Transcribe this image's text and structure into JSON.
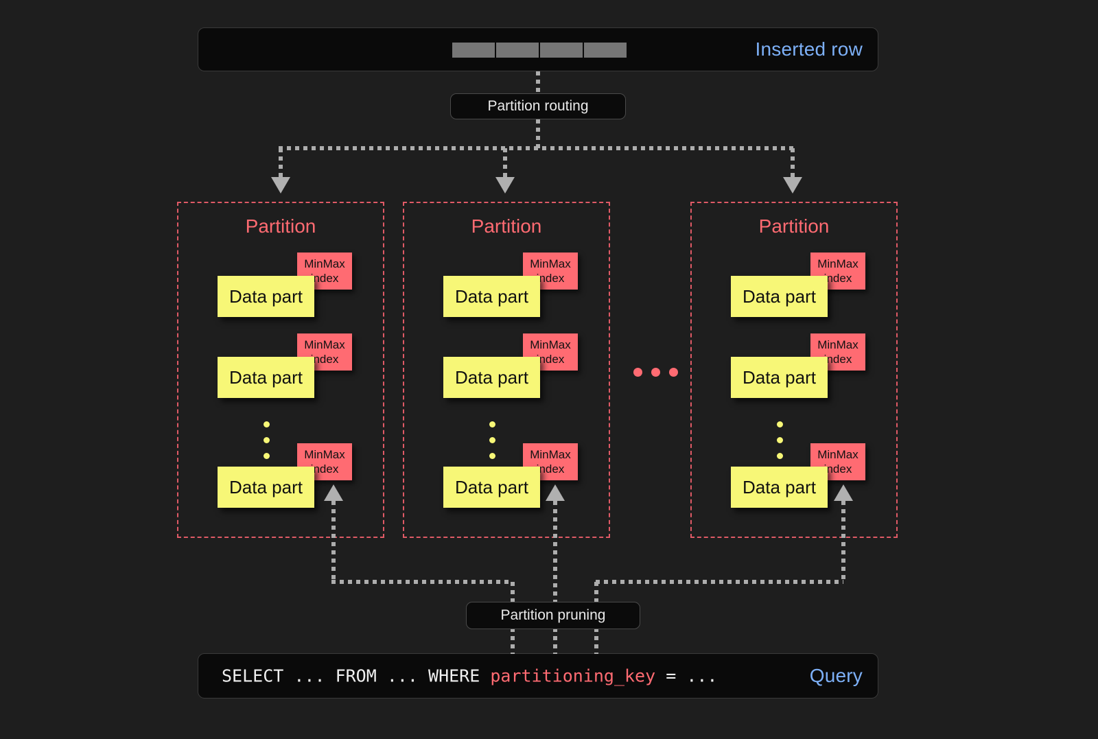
{
  "page": {
    "background": "#1e1e1e",
    "accent_red": "#ff6b72",
    "accent_yellow": "#f7f777",
    "accent_blue": "#7db0f7",
    "connector_gray": "#adadad"
  },
  "inserted_row": {
    "tag_label": "Inserted row",
    "cells": [
      "",
      "",
      "",
      ""
    ],
    "cell_color": "#767676"
  },
  "routing": {
    "label": "Partition routing"
  },
  "pruning": {
    "label": "Partition pruning"
  },
  "query": {
    "tag_label": "Query",
    "prefix": "SELECT ... FROM ... WHERE ",
    "key": "partitioning_key",
    "suffix": " = ..."
  },
  "partitions": [
    {
      "title": "Partition",
      "parts": [
        {
          "data_label": "Data part",
          "index_line1": "MinMax",
          "index_line2": "index"
        },
        {
          "data_label": "Data part",
          "index_line1": "MinMax",
          "index_line2": "index"
        },
        {
          "data_label": "Data part",
          "index_line1": "MinMax",
          "index_line2": "index"
        }
      ],
      "ellipsis_dots": 3
    },
    {
      "title": "Partition",
      "parts": [
        {
          "data_label": "Data part",
          "index_line1": "MinMax",
          "index_line2": "index"
        },
        {
          "data_label": "Data part",
          "index_line1": "MinMax",
          "index_line2": "index"
        },
        {
          "data_label": "Data part",
          "index_line1": "MinMax",
          "index_line2": "index"
        }
      ],
      "ellipsis_dots": 3
    },
    {
      "title": "Partition",
      "parts": [
        {
          "data_label": "Data part",
          "index_line1": "MinMax",
          "index_line2": "index"
        },
        {
          "data_label": "Data part",
          "index_line1": "MinMax",
          "index_line2": "index"
        },
        {
          "data_label": "Data part",
          "index_line1": "MinMax",
          "index_line2": "index"
        }
      ],
      "ellipsis_dots": 3
    }
  ],
  "between_partitions_ellipsis_dots": 3
}
